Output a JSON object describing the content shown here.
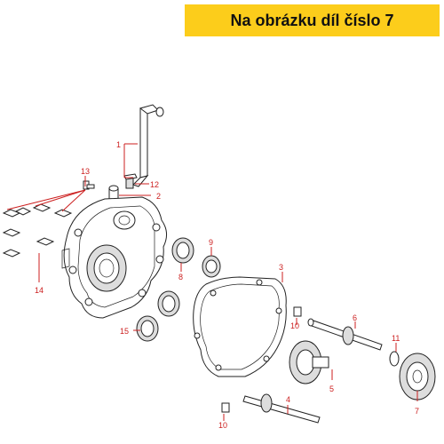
{
  "banner": {
    "text": "Na obrázku díl číslo 7"
  },
  "callouts": [
    "1",
    "2",
    "3",
    "4",
    "5",
    "6",
    "7",
    "8",
    "9",
    "10",
    "10",
    "11",
    "12",
    "13",
    "14",
    "15"
  ],
  "colors": {
    "banner_bg": "#fccd1b",
    "callout": "#cc1f1f",
    "outline": "#222222"
  }
}
